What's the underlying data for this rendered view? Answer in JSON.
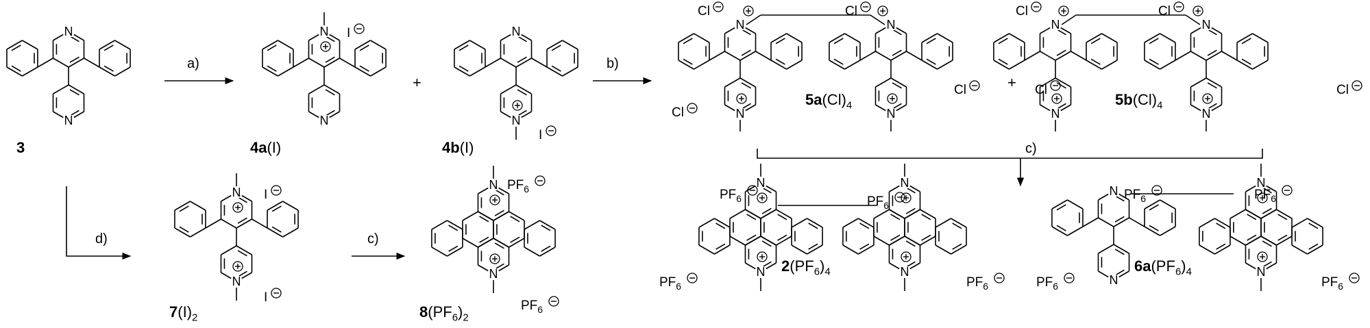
{
  "compounds": {
    "c3": {
      "bold": "3",
      "rest": ""
    },
    "c4a": {
      "bold": "4a",
      "rest": "(I)"
    },
    "c4b": {
      "bold": "4b",
      "rest": "(I)"
    },
    "c5a": {
      "bold": "5a",
      "rest": "(Cl)",
      "sub": "4"
    },
    "c5b": {
      "bold": "5b",
      "rest": "(Cl)",
      "sub": "4"
    },
    "c7": {
      "bold": "7",
      "rest": "(I)",
      "sub": "2"
    },
    "c8": {
      "bold": "8",
      "rest": "(PF",
      "sub": "6",
      "rest2": ")",
      "sub2": "2"
    },
    "c2": {
      "bold": "2",
      "rest": "(PF",
      "sub": "6",
      "rest2": ")",
      "sub2": "4"
    },
    "c6a": {
      "bold": "6a",
      "rest": "(PF",
      "sub": "6",
      "rest2": ")",
      "sub2": "4"
    }
  },
  "conditions": {
    "a": "a)",
    "b": "b)",
    "c": "c)",
    "d": "d)"
  },
  "plus": "+",
  "atoms": {
    "N": "N",
    "I": "I",
    "Cl": "Cl",
    "PF": "PF",
    "six": "6"
  }
}
